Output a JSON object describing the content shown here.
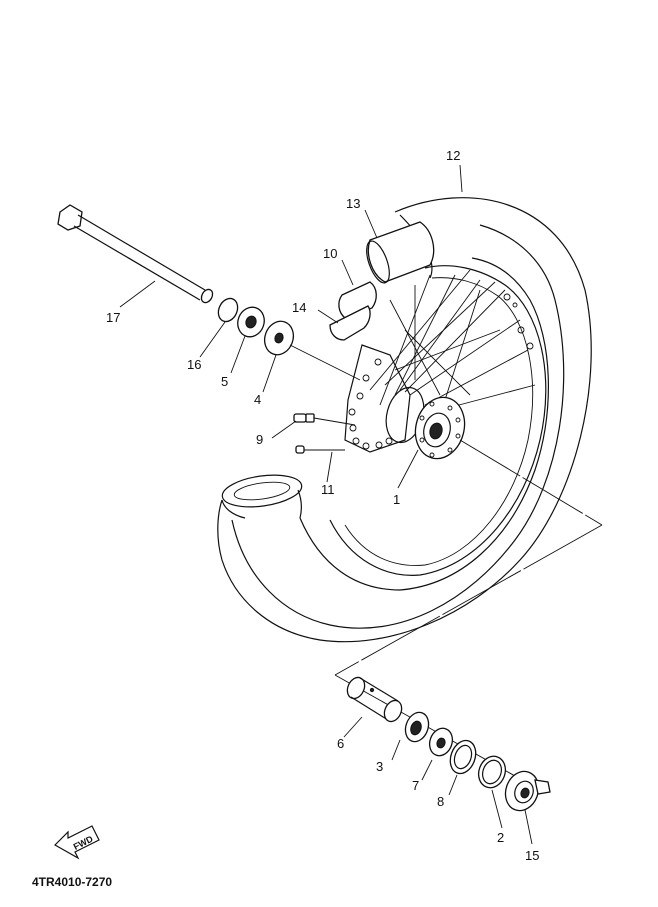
{
  "callouts": {
    "c1": "1",
    "c2": "2",
    "c3": "3",
    "c4": "4",
    "c5": "5",
    "c6": "6",
    "c7": "7",
    "c8": "8",
    "c9": "9",
    "c10": "10",
    "c11": "11",
    "c12": "12",
    "c13": "13",
    "c14": "14",
    "c15": "15",
    "c16": "16",
    "c17": "17"
  },
  "part_code": "4TR4010-7270",
  "fwd_label": "FWD"
}
